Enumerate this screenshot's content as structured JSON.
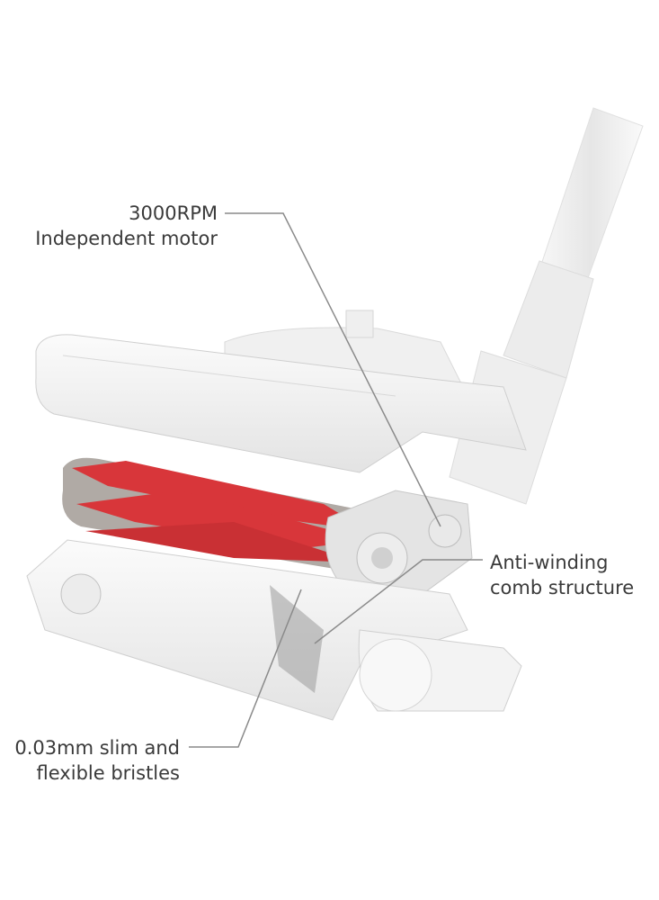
{
  "callouts": {
    "motor": {
      "line1": "3000RPM",
      "line2": "Independent motor"
    },
    "comb": {
      "line1": "Anti-winding",
      "line2": "comb structure"
    },
    "bristles": {
      "line1": "0.03mm slim and",
      "line2": "flexible bristles"
    }
  },
  "colors": {
    "text": "#3a3a3a",
    "brush_red": "#d8363a",
    "brush_grey": "#a9a39e",
    "body": "#f2f2f2"
  }
}
